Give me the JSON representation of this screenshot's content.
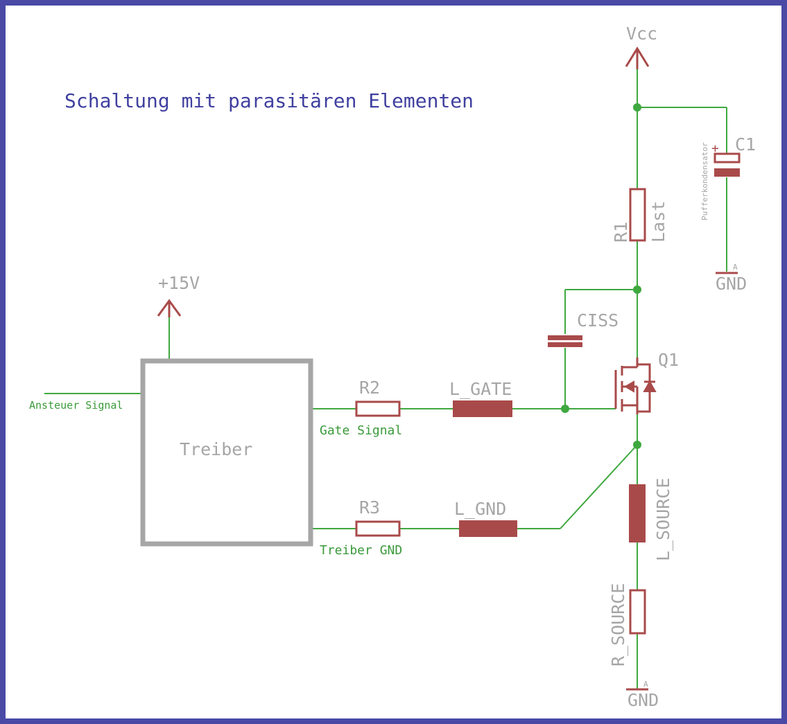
{
  "title": "Schaltung mit parasitären Elementen",
  "colors": {
    "border": "#4a4aa6",
    "wire": "#3fa83f",
    "symbol": "#a94a4a",
    "label": "#a6a6a6",
    "title": "#4040a0",
    "driver_box": "#a6a6a6"
  },
  "supplies": {
    "vcc": "Vcc",
    "plus15": "+15V",
    "gnd_top": "GND",
    "gnd_bottom": "GND",
    "gnd_mark": "A"
  },
  "components": {
    "c1": {
      "name": "C1",
      "value": "Pufferkondensator",
      "polarity": "+"
    },
    "r1": {
      "name": "R1",
      "value": "Last"
    },
    "ciss": {
      "name": "CISS"
    },
    "q1": {
      "name": "Q1"
    },
    "r2": {
      "name": "R2"
    },
    "l_gate": {
      "name": "L_GATE"
    },
    "r3": {
      "name": "R3"
    },
    "l_gnd": {
      "name": "L_GND"
    },
    "l_source": {
      "name": "L_SOURCE"
    },
    "r_source": {
      "name": "R_SOURCE"
    }
  },
  "driver": {
    "name": "Treiber"
  },
  "nets": {
    "input": "Ansteuer Signal",
    "gate": "Gate Signal",
    "driver_gnd": "Treiber GND"
  }
}
